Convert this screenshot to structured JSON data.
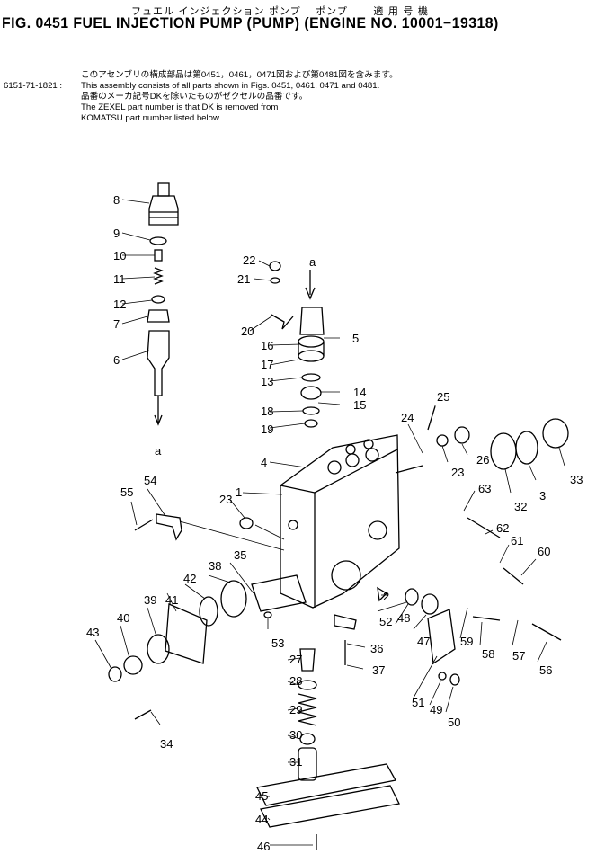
{
  "header": {
    "jp_title": "フュエル インジェクション ポンプ　 ポンプ　　 適 用 号 機",
    "title": "FIG. 0451   FUEL  INJECTION  PUMP  (PUMP)  (ENGINE  NO. 10001−19318)"
  },
  "notes": {
    "jp_line1": "このアセンブリの構成部品は第0451，0461，0471図および第0481図を含みます。",
    "part_no": "6151-71-1821 :",
    "line1": "This assembly consists of all parts shown in Figs. 0451, 0461, 0471 and 0481.",
    "jp_line2": "品番のメーカ記号DKを除いたものがゼクセルの品番です。",
    "line2": "The ZEXEL part number is that DK is removed from",
    "line3": "KOMATSU part number listed below."
  },
  "callouts": [
    "8",
    "9",
    "10",
    "11",
    "12",
    "7",
    "6",
    "a",
    "22",
    "21",
    "a",
    "20",
    "16",
    "17",
    "13",
    "5",
    "14",
    "15",
    "18",
    "19",
    "4",
    "1",
    "25",
    "24",
    "26",
    "23",
    "33",
    "3",
    "32",
    "63",
    "62",
    "61",
    "60",
    "54",
    "55",
    "23",
    "35",
    "38",
    "42",
    "41",
    "39",
    "40",
    "43",
    "34",
    "53",
    "27",
    "28",
    "29",
    "30",
    "31",
    "2",
    "52",
    "48",
    "47",
    "59",
    "58",
    "57",
    "56",
    "36",
    "37",
    "51",
    "49",
    "50",
    "45",
    "44",
    "46"
  ]
}
